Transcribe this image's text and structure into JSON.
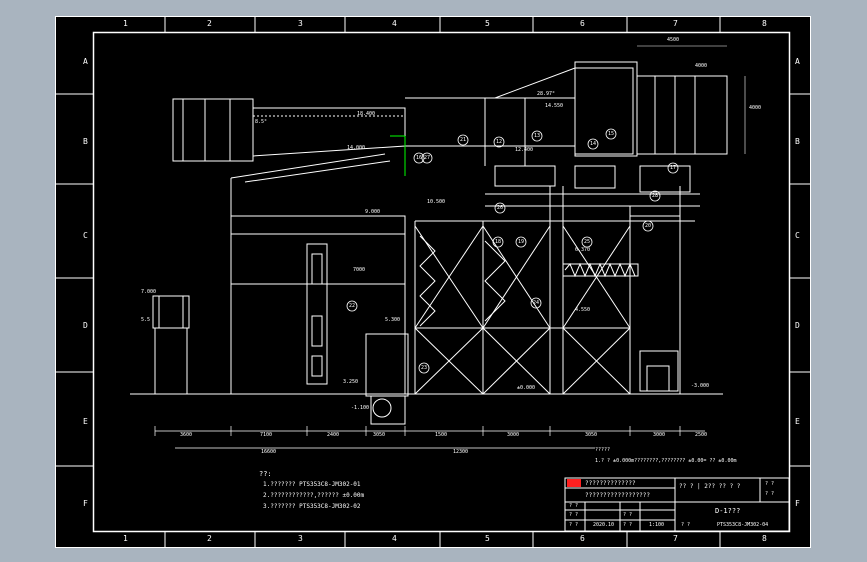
{
  "drawing": {
    "column_labels": [
      "1",
      "2",
      "3",
      "4",
      "5",
      "6",
      "7",
      "8"
    ],
    "row_labels": [
      "A",
      "B",
      "C",
      "D",
      "E",
      "F"
    ],
    "dimensions": {
      "top_a": "4500",
      "top_b": "4000",
      "right_v": "4000",
      "slope_a": "8.5°",
      "slope_b": "28.97°",
      "level_a": "18.400",
      "level_b": "14.000",
      "level_c": "14.550",
      "level_d": "12.400",
      "level_e": "10.500",
      "level_f": "9.000",
      "level_g": "6.370",
      "level_h": "5.300",
      "level_i": "4.550",
      "level_j": "3.250",
      "level_k": "±0.000",
      "level_l": "-1.100",
      "level_m": "-3.000",
      "bottom_1": "3600",
      "bottom_2": "7100",
      "bottom_3": "2400",
      "bottom_4": "3050",
      "bottom_5": "1500",
      "bottom_6": "3000",
      "bottom_7": "3050",
      "bottom_8": "3000",
      "bottom_9": "2500",
      "overall_1": "16600",
      "overall_2": "12300",
      "mid_width": "7000",
      "left_small_1": "7.000",
      "left_small_2": "5.5"
    },
    "part_numbers": [
      "21",
      "12",
      "13",
      "14",
      "15",
      "16",
      "17",
      "18",
      "19",
      "20",
      "22",
      "23",
      "24",
      "25",
      "26",
      "27",
      "28"
    ],
    "notes": {
      "heading": "??:",
      "line1": "1.???????  PTS353C8-JM302-01",
      "line2": "2.????????????,??????  ±0.00m",
      "line3": "3.???????  PTS353C8-JM302-02"
    },
    "side_note": {
      "line1": "?????",
      "line2": "1.? ? ±0.000m????????,????????   ±0.00= ??  ±0.00m"
    },
    "title_block": {
      "row1": "??????????????",
      "row2": "??????????????????",
      "sheet_name": "?? ? | 2?? ?? ? ?",
      "drawing_title": "D-1???",
      "cell_a": "? ?",
      "cell_b": "? ?",
      "cell_c": "? ?",
      "cell_d": "? ?",
      "date": "2020.10",
      "cell_e": "? ?",
      "scale": "1:100",
      "cell_f": "? ?",
      "drawing_no": "PTS353C8-JM302-04",
      "right_small_1": "? ?",
      "right_small_2": "? ?"
    }
  }
}
